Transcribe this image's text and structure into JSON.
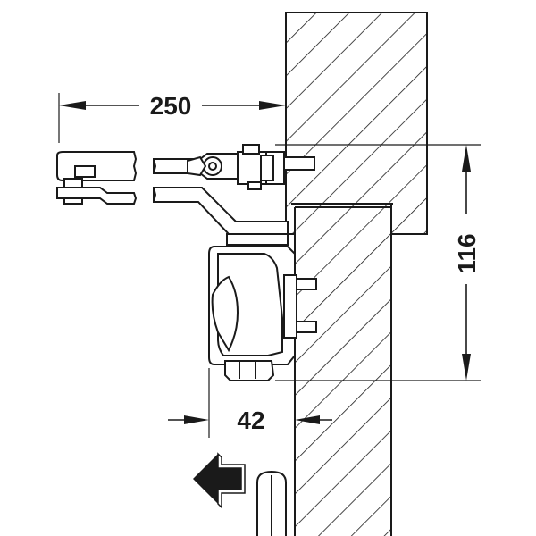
{
  "dimensions": {
    "width_label": "250",
    "height_label": "116",
    "depth_label": "42"
  },
  "colors": {
    "line": "#1a1a1a",
    "fill": "#ffffff",
    "arrow": "#1a1a1a"
  },
  "icons": {
    "direction_arrow": "arrow-left-icon"
  }
}
